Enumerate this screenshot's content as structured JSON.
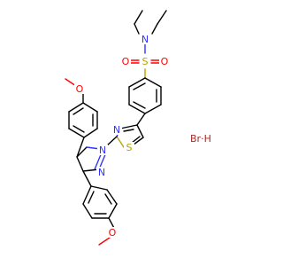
{
  "molecule": {
    "atoms": {
      "sulfonamide_n": {
        "text": "N",
        "color": "#3333ff"
      },
      "sulfonyl_s": {
        "text": "S",
        "color": "#b8a200"
      },
      "sulfonyl_o_left": {
        "text": "O",
        "color": "#ff0000"
      },
      "sulfonyl_o_right": {
        "text": "O",
        "color": "#ff0000"
      },
      "thiazole_n": {
        "text": "N",
        "color": "#3333ff"
      },
      "thiazole_s": {
        "text": "S",
        "color": "#b8a200"
      },
      "pyrazoline_n1": {
        "text": "N",
        "color": "#3333ff"
      },
      "pyrazoline_n2": {
        "text": "N",
        "color": "#3333ff"
      },
      "methoxy_o_top": {
        "text": "O",
        "color": "#ff0000"
      },
      "methoxy_o_bottom": {
        "text": "O",
        "color": "#ff0000"
      }
    },
    "salt_label": "Br·H",
    "colors": {
      "carbon": "#000000",
      "nitrogen": "#3333ff",
      "oxygen": "#ff0000",
      "sulfur": "#b8a200",
      "bromine": "#a52a2a"
    }
  }
}
